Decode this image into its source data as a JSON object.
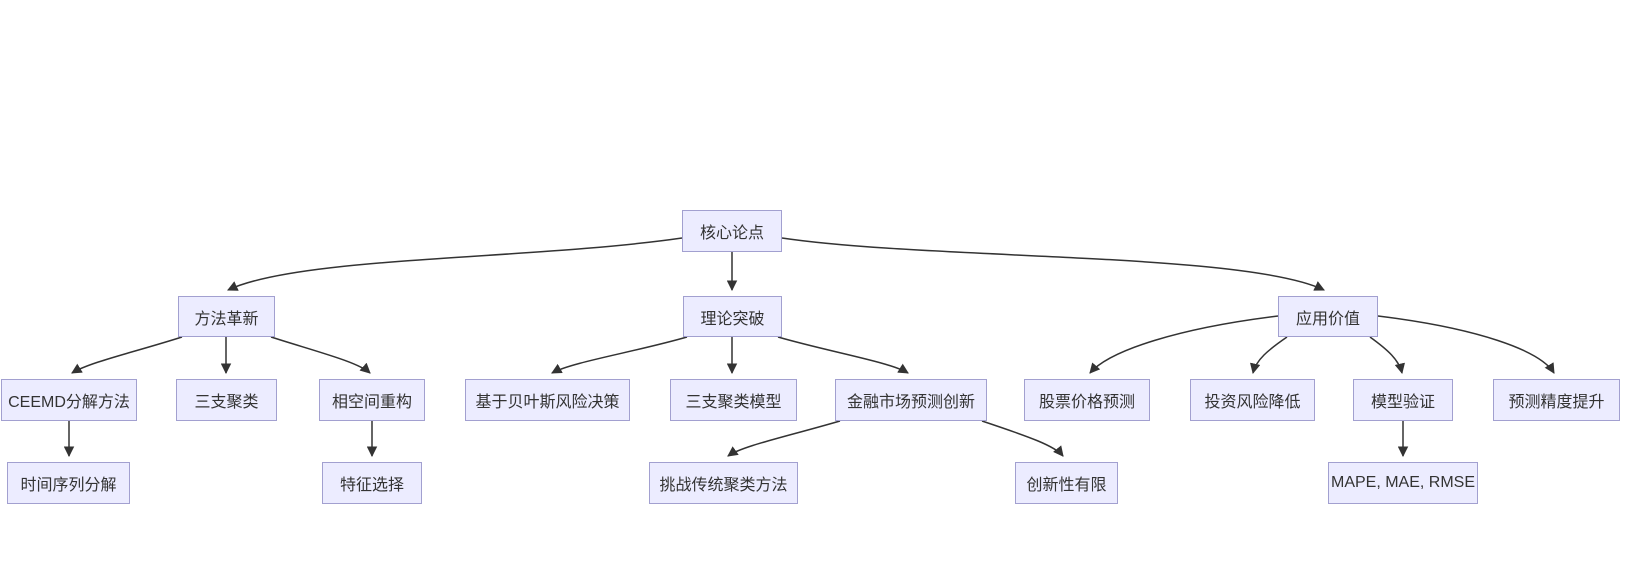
{
  "diagram": {
    "type": "flowchart-top-down",
    "colors": {
      "background": "#ffffff",
      "node_fill": "#ECECFF",
      "node_border": "#a2a0d0",
      "node_text": "#333333",
      "edge_stroke": "#333333"
    },
    "nodes": [
      {
        "id": "core-thesis",
        "label": "核心论点"
      },
      {
        "id": "method-innovation",
        "label": "方法革新"
      },
      {
        "id": "theory-breakthrough",
        "label": "理论突破"
      },
      {
        "id": "application-value",
        "label": "应用价值"
      },
      {
        "id": "ceemd-decomposition",
        "label": "CEEMD分解方法"
      },
      {
        "id": "three-way-clustering",
        "label": "三支聚类"
      },
      {
        "id": "phase-space-reconstruction",
        "label": "相空间重构"
      },
      {
        "id": "bayesian-risk-decision",
        "label": "基于贝叶斯风险决策"
      },
      {
        "id": "three-way-clustering-model",
        "label": "三支聚类模型"
      },
      {
        "id": "financial-market-forecast-innovation",
        "label": "金融市场预测创新"
      },
      {
        "id": "stock-price-prediction",
        "label": "股票价格预测"
      },
      {
        "id": "investment-risk-reduction",
        "label": "投资风险降低"
      },
      {
        "id": "model-validation",
        "label": "模型验证"
      },
      {
        "id": "forecast-accuracy-improvement",
        "label": "预测精度提升"
      },
      {
        "id": "time-series-decomposition",
        "label": "时间序列分解"
      },
      {
        "id": "feature-selection",
        "label": "特征选择"
      },
      {
        "id": "challenge-traditional-clustering",
        "label": "挑战传统聚类方法"
      },
      {
        "id": "limited-novelty",
        "label": "创新性有限"
      },
      {
        "id": "evaluation-metrics",
        "label": "MAPE, MAE, RMSE"
      }
    ],
    "edges": [
      {
        "from": "core-thesis",
        "to": "method-innovation"
      },
      {
        "from": "core-thesis",
        "to": "theory-breakthrough"
      },
      {
        "from": "core-thesis",
        "to": "application-value"
      },
      {
        "from": "method-innovation",
        "to": "ceemd-decomposition"
      },
      {
        "from": "method-innovation",
        "to": "three-way-clustering"
      },
      {
        "from": "method-innovation",
        "to": "phase-space-reconstruction"
      },
      {
        "from": "theory-breakthrough",
        "to": "bayesian-risk-decision"
      },
      {
        "from": "theory-breakthrough",
        "to": "three-way-clustering-model"
      },
      {
        "from": "theory-breakthrough",
        "to": "financial-market-forecast-innovation"
      },
      {
        "from": "ceemd-decomposition",
        "to": "time-series-decomposition"
      },
      {
        "from": "phase-space-reconstruction",
        "to": "feature-selection"
      },
      {
        "from": "financial-market-forecast-innovation",
        "to": "challenge-traditional-clustering"
      },
      {
        "from": "financial-market-forecast-innovation",
        "to": "limited-novelty"
      },
      {
        "from": "application-value",
        "to": "stock-price-prediction"
      },
      {
        "from": "application-value",
        "to": "investment-risk-reduction"
      },
      {
        "from": "application-value",
        "to": "model-validation"
      },
      {
        "from": "application-value",
        "to": "forecast-accuracy-improvement"
      }
    ]
  }
}
